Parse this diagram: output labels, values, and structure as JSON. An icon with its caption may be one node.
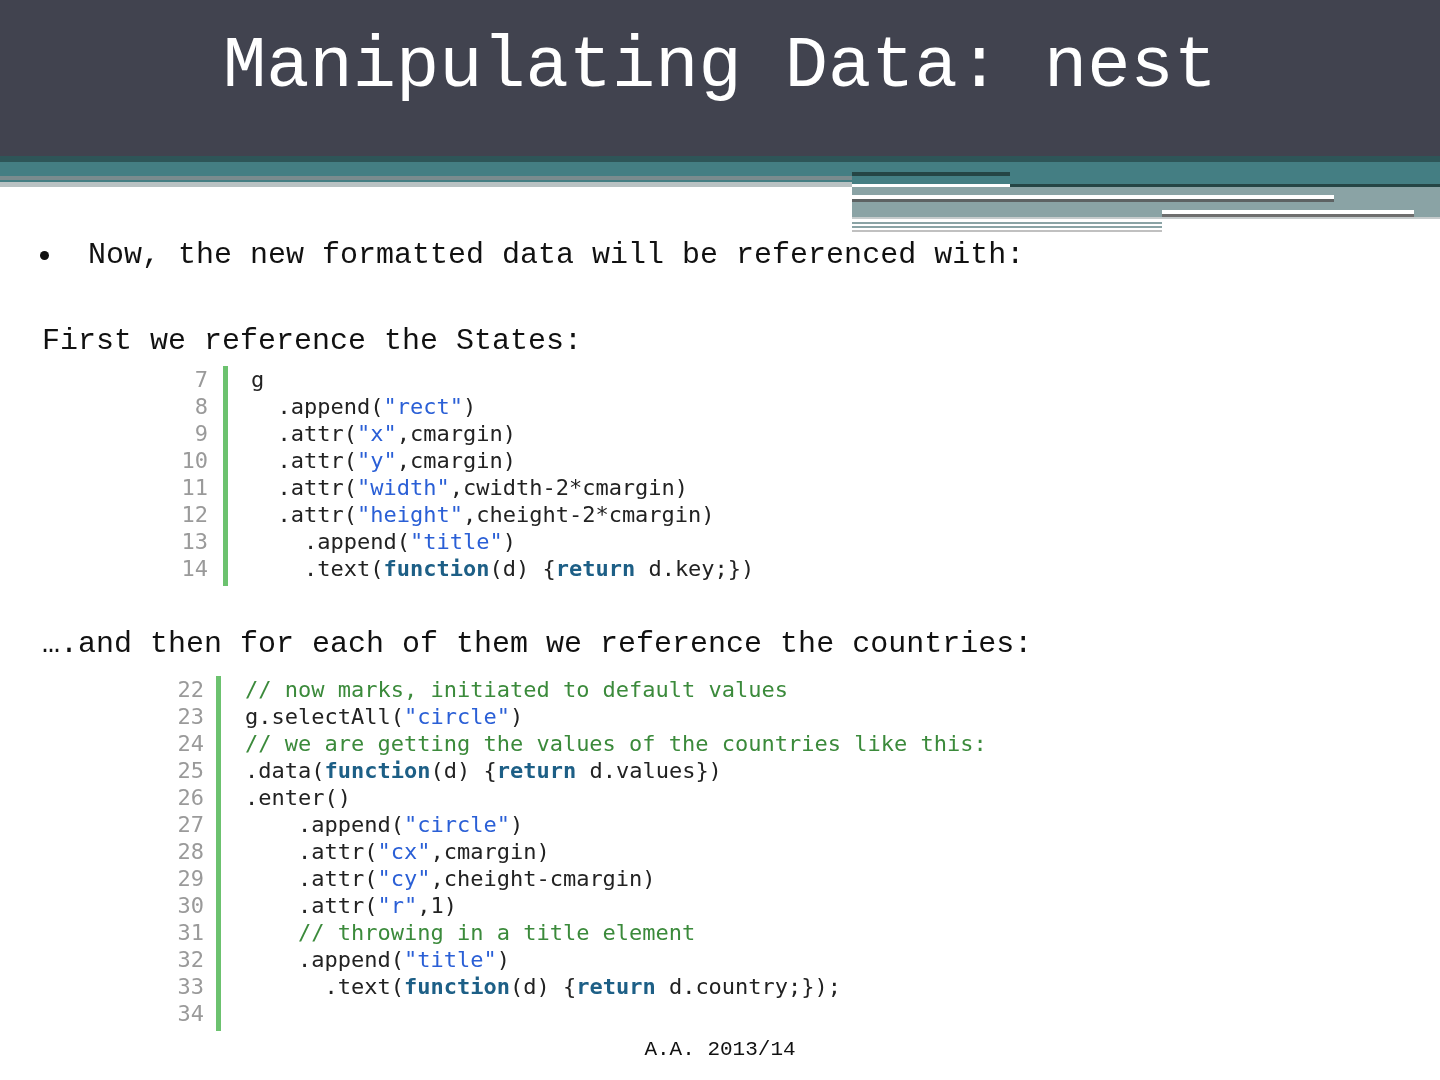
{
  "diagram": {
    "title": "Manipulating Data: nest",
    "labels": [
      "Now, the new formatted data will be referenced with:",
      "First we reference the States:",
      "7",
      "g",
      "8",
      "  .append(\"rect\")",
      "9",
      "  .attr(\"x\",cmargin)",
      "10",
      "  .attr(\"y\",cmargin)",
      "11",
      "  .attr(\"width\",cwidth-2*cmargin)",
      "12",
      "  .attr(\"height\",cheight-2*cmargin)",
      "13",
      "    .append(\"title\")",
      "14",
      "    .text(**function**(d) {**return** d.key;})",
      "….and then for each of them we reference the countries:",
      "22",
      "// now marks, initiated to default values",
      "23",
      "g.selectAll(\"circle\")",
      "24",
      "// we are getting the values of the countries like this:",
      "25",
      ".data(**function**(d) {**return** d.values})",
      "26",
      ".enter()",
      "27",
      "    .append(\"circle\")",
      "28",
      "    .attr(\"cx\",cmargin)",
      "29",
      "    .attr(\"cy\",cheight-cmargin)",
      "30",
      "    .attr(\"r\",1)",
      "31",
      "    // throwing in a title element",
      "32",
      "    .append(\"title\")",
      "33",
      "      .text(**function**(d) {**return** d.country;});",
      "34",
      "A.A. 2013/14"
    ]
  }
}
